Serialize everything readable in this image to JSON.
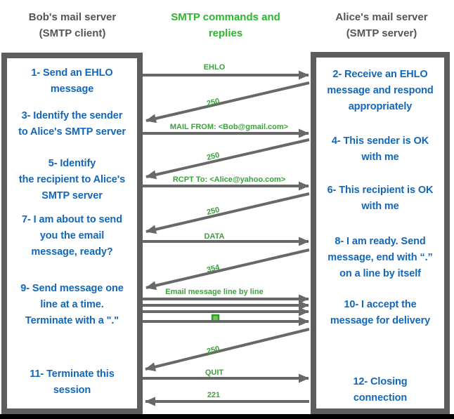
{
  "headers": {
    "left": "Bob's mail server\n(SMTP client)",
    "center": "SMTP commands and\nreplies",
    "right": "Alice's mail server\n(SMTP server)"
  },
  "client_steps": [
    "1- Send an EHLO\nmessage",
    "3- Identify the sender\nto Alice's SMTP server",
    "5- Identify\nthe recipient to Alice's\nSMTP server",
    "7- I am about to send\nyou the email\nmessage, ready?",
    "9- Send message one\nline at a time.\nTerminate with a \".\"",
    "11- Terminate this\nsession"
  ],
  "server_steps": [
    "2- Receive an EHLO\nmessage and respond\nappropriately",
    "4- This sender is OK\nwith me",
    "6- This recipient is OK\nwith me",
    "8-  I am ready. Send\nmessage, end with “.”\non a line by itself",
    "10-  I accept the\nmessage for delivery",
    "12-  Closing\nconnection"
  ],
  "arrows": {
    "ehlo": "EHLO",
    "reply_250_1": "250",
    "mail_from": "MAIL FROM: <Bob@gmail.com>",
    "reply_250_2": "250",
    "rcpt_to": "RCPT To: <Alice@yahoo.com>",
    "reply_250_3": "250",
    "data": "DATA",
    "reply_354": "354",
    "email_lines": "Email message line by line",
    "reply_250_4": "250",
    "quit": "QUIT",
    "reply_221": "221"
  },
  "icons": {
    "terminator_dot": "green-square-dot (the \".\" terminating line)"
  },
  "colors": {
    "step_text_blue": "#1467b8",
    "header_green": "#2db52d",
    "arrow_label_green": "#3aa33a",
    "bar_gray": "#5d5d5d",
    "arrow_gray": "#686868",
    "header_gray_text": "#555555",
    "bottom_bar_black": "#000000"
  }
}
